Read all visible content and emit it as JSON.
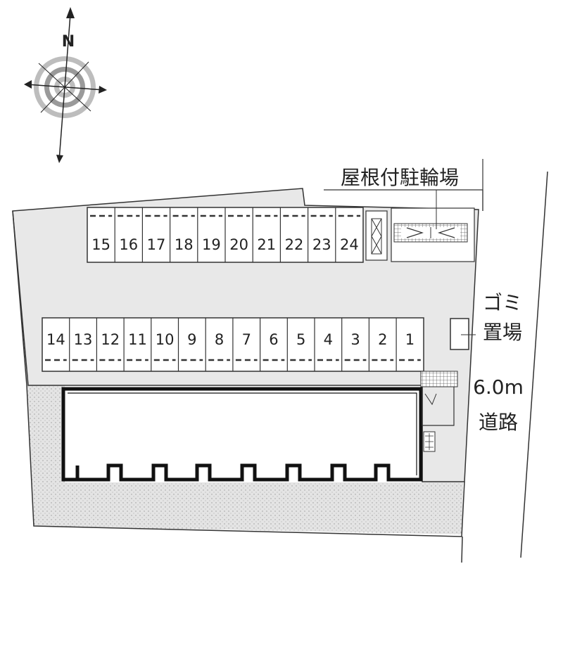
{
  "compass": {
    "north_label": "N"
  },
  "bike_parking": {
    "label": "屋根付駐輪場"
  },
  "garbage": {
    "label_line1": "ゴミ",
    "label_line2": "置場"
  },
  "road": {
    "width_label": "6.0m",
    "name_label": "道路"
  },
  "parking": {
    "top_row": [
      "15",
      "16",
      "17",
      "18",
      "19",
      "20",
      "21",
      "22",
      "23",
      "24"
    ],
    "bottom_row": [
      "14",
      "13",
      "12",
      "11",
      "10",
      "9",
      "8",
      "7",
      "6",
      "5",
      "4",
      "3",
      "2",
      "1"
    ]
  },
  "colors": {
    "lot_fill": "#e8e8e8",
    "stipple_fill": "#d6d6d6",
    "outline": "#333333",
    "building_wall": "#111111"
  }
}
